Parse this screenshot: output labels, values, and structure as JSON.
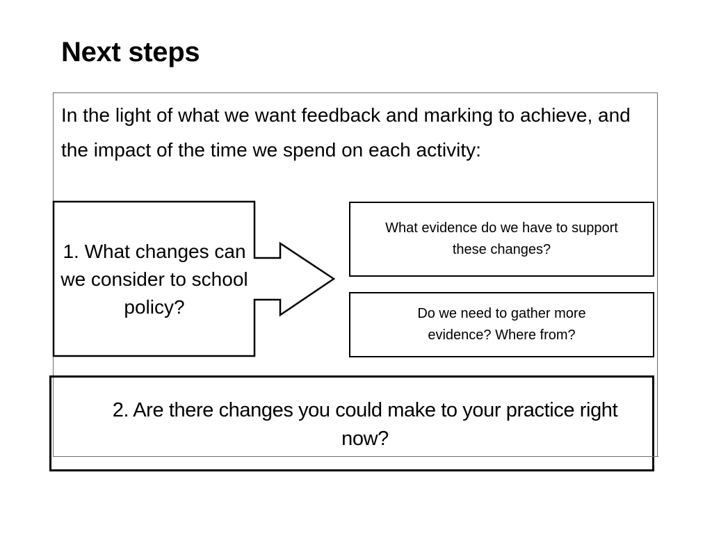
{
  "slide": {
    "title": "Next steps",
    "intro": "In the light of what we want feedback and marking to achieve, and the impact of the time we spend on each activity:",
    "callout": {
      "text": "1. What changes can we consider to school policy?",
      "icon": "right-arrow-callout"
    },
    "questions": [
      {
        "text": "What evidence do we have to support these changes?"
      },
      {
        "text": "Do we need to gather more evidence? Where from?"
      }
    ],
    "bottom": {
      "text": "2. Are there changes you could make to your practice right now?"
    },
    "colors": {
      "text": "#000000",
      "outer_border": "#6b6b6b",
      "box_border": "#000000",
      "background": "#ffffff"
    }
  }
}
